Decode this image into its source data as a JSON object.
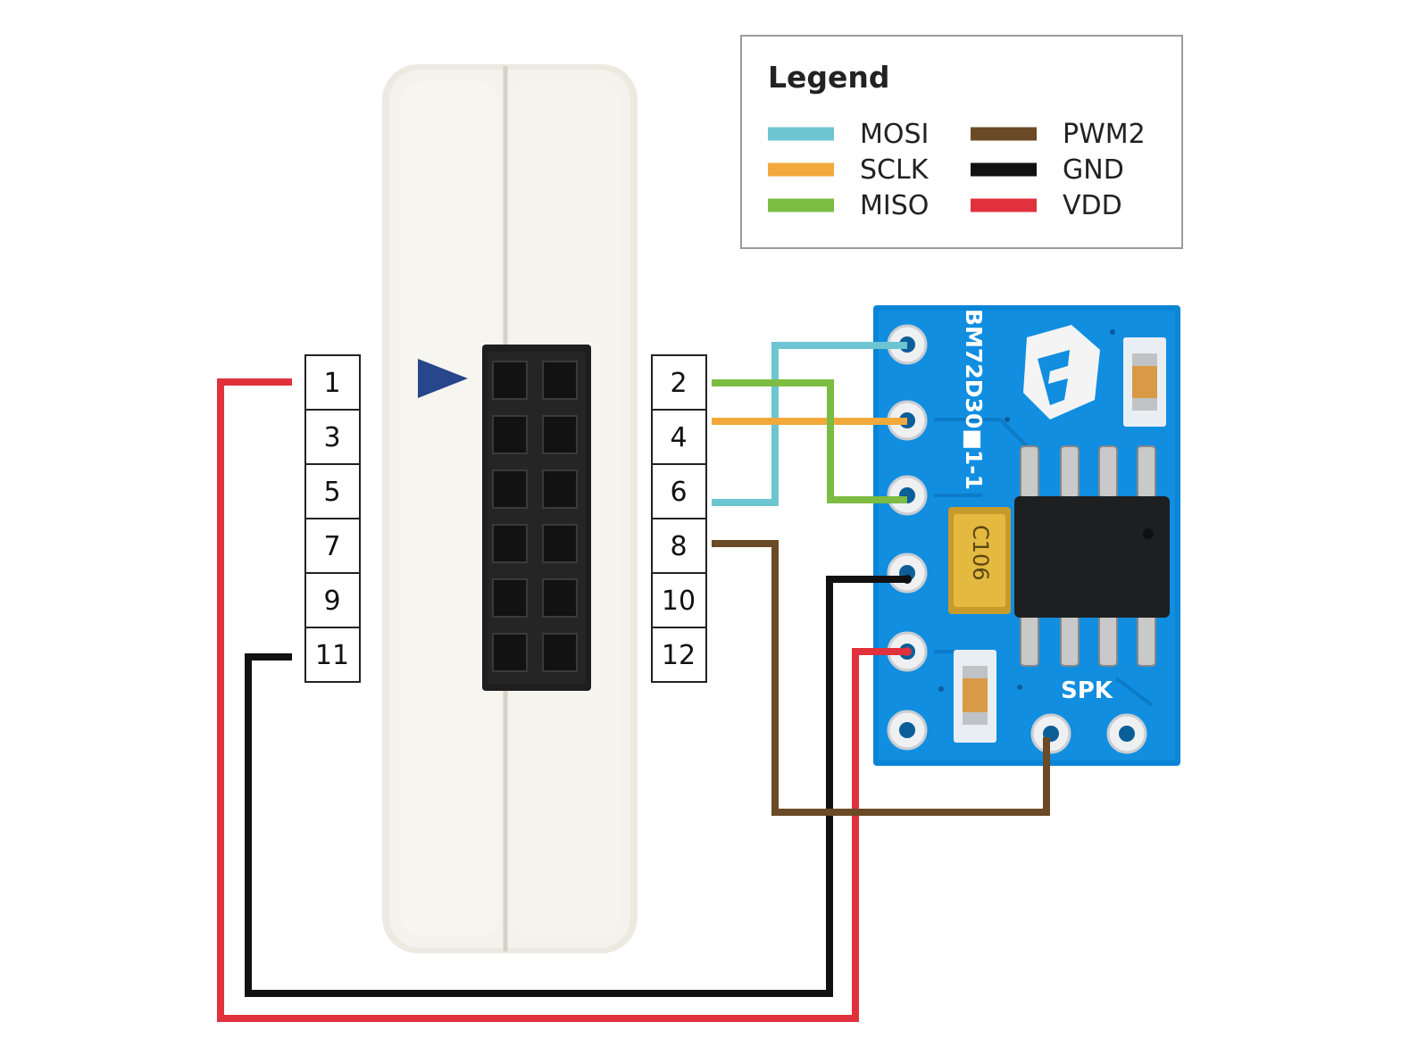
{
  "legend": {
    "title": "Legend",
    "items": [
      {
        "label": "MOSI",
        "color": "#6cc5d1"
      },
      {
        "label": "SCLK",
        "color": "#f2a93b"
      },
      {
        "label": "MISO",
        "color": "#7cbc42"
      },
      {
        "label": "PWM2",
        "color": "#6b4a27"
      },
      {
        "label": "GND",
        "color": "#111111"
      },
      {
        "label": "VDD",
        "color": "#e0313d"
      }
    ]
  },
  "header_pins": {
    "left": [
      "1",
      "3",
      "5",
      "7",
      "9",
      "11"
    ],
    "right": [
      "2",
      "4",
      "6",
      "8",
      "10",
      "12"
    ]
  },
  "module": {
    "part_label": "BM72D30■1-1",
    "speaker_label": "SPK",
    "capacitor_label": "C106"
  }
}
